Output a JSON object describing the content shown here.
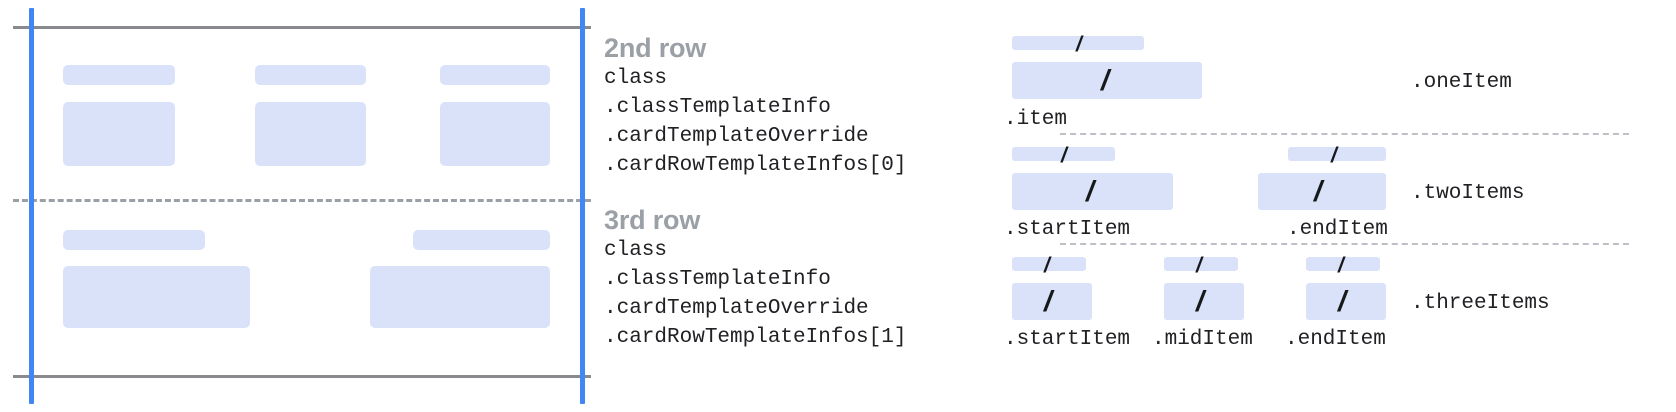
{
  "accent_colors": {
    "guide_blue": "#4285f4",
    "placeholder_blue": "#dae2f9",
    "rule_gray": "#888a8d",
    "dash_gray": "#9aa0a6",
    "title_gray": "#9aa0a6",
    "code_text": "#202124"
  },
  "left_diagram": {
    "name": "card-row-template-diagram",
    "rows": [
      {
        "id": "row-2",
        "cells": [
          {
            "label_bar": true,
            "content_bar": true
          },
          {
            "label_bar": true,
            "content_bar": true
          },
          {
            "label_bar": true,
            "content_bar": true
          }
        ]
      },
      {
        "id": "row-3",
        "cells": [
          {
            "label_bar": true,
            "content_bar": true
          },
          {
            "label_bar": true,
            "content_bar": true
          }
        ]
      }
    ]
  },
  "annotations": [
    {
      "title": "2nd row",
      "lines": [
        "class",
        ".classTemplateInfo",
        ".cardTemplateOverride",
        ".cardRowTemplateInfos[0]"
      ]
    },
    {
      "title": "3rd row",
      "lines": [
        "class",
        ".classTemplateInfo",
        ".cardTemplateOverride",
        ".cardRowTemplateInfos[1]"
      ]
    }
  ],
  "right_panel": {
    "groups": [
      {
        "group_label": ".oneItem",
        "slots": [
          {
            "label": ".item",
            "glyph": "/"
          }
        ]
      },
      {
        "group_label": ".twoItems",
        "slots": [
          {
            "label": ".startItem",
            "glyph": "/"
          },
          {
            "label": ".endItem",
            "glyph": "/"
          }
        ]
      },
      {
        "group_label": ".threeItems",
        "slots": [
          {
            "label": ".startItem",
            "glyph": "/"
          },
          {
            "label": ".midItem",
            "glyph": "/"
          },
          {
            "label": ".endItem",
            "glyph": "/"
          }
        ]
      }
    ]
  }
}
